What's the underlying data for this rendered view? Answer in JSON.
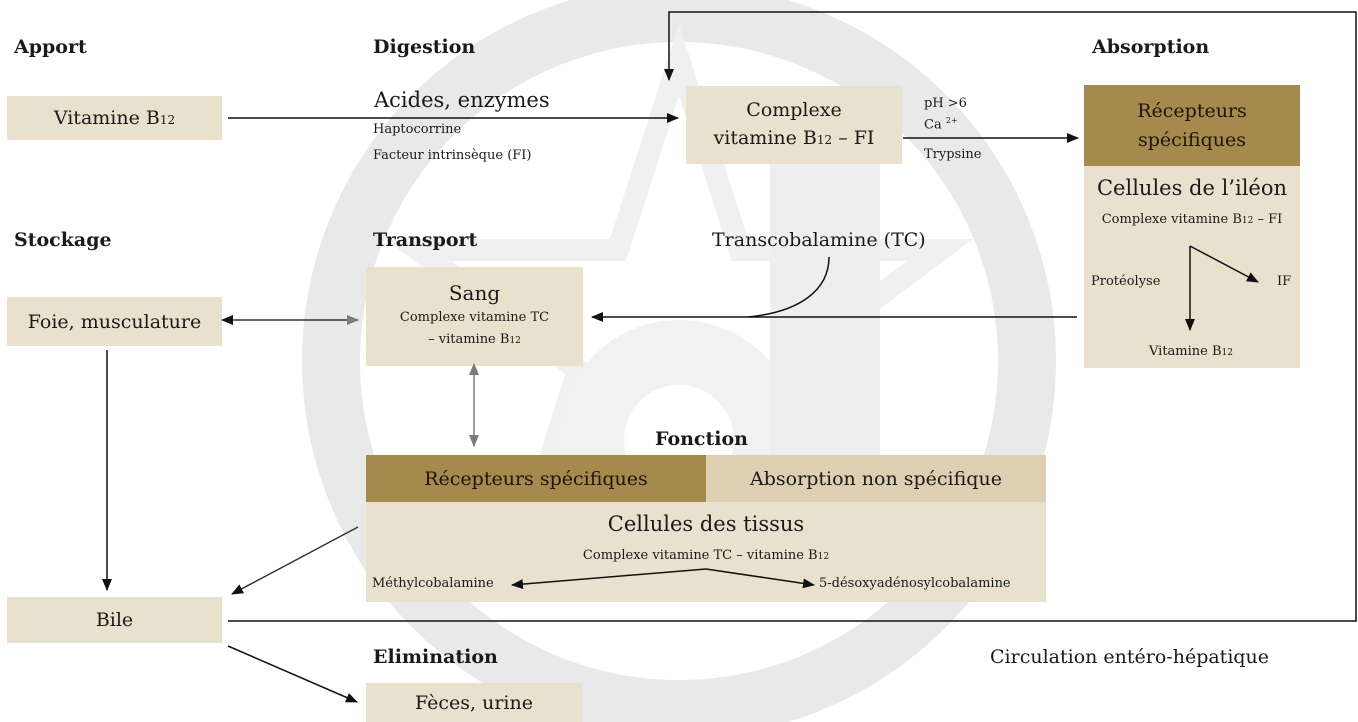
{
  "headers": {
    "apport": "Apport",
    "digestion": "Digestion",
    "absorption": "Absorption",
    "stockage": "Stockage",
    "transport": "Transport",
    "fonction": "Fonction",
    "elimination": "Elimination"
  },
  "apport": {
    "vitamine_label": "Vitamine B",
    "vitamine_sub": "12"
  },
  "digestion": {
    "acides": "Acides, enzymes",
    "haptocorrine": "Haptocorrine",
    "facteur": "Facteur intrinsèque (FI)",
    "complexe_line1": "Complexe",
    "complexe_line2a": "vitamine B",
    "complexe_sub": "12",
    "complexe_line2b": " – FI",
    "ph": "pH >6",
    "ca": "Ca ",
    "ca_sup": "2+",
    "trypsine": "Trypsine"
  },
  "absorption": {
    "recepteurs_line1": "Récepteurs",
    "recepteurs_line2": "spécifiques",
    "cellules": "Cellules de l’iléon",
    "complexe_a": "Complexe vitamine B",
    "complexe_sub": "12",
    "complexe_b": " – FI",
    "proteolyse": "Protéolyse",
    "if": "IF",
    "vitamine_a": "Vitamine B",
    "vitamine_sub": "12"
  },
  "transport": {
    "transcobalamine": "Transcobalamine (TC)",
    "sang": "Sang",
    "complexe_line1": "Complexe vitamine TC",
    "complexe_line2a": "– vitamine B",
    "complexe_sub": "12"
  },
  "stockage": {
    "foie": "Foie, musculature"
  },
  "fonction": {
    "recepteurs": "Récepteurs spécifiques",
    "absorption_ns": "Absorption non spécifique",
    "cellules": "Cellules des tissus",
    "complexe_a": "Complexe vitamine TC – vitamine B",
    "complexe_sub": "12",
    "methyl": "Méthylcobalamine",
    "desoxy": "5-désoxyadénosylcobalamine"
  },
  "bile": "Bile",
  "elimination": {
    "feces": "Fèces, urine"
  },
  "circulation": "Circulation entéro-hépatique",
  "colors": {
    "light_box": "#e9e0cd",
    "dark_box": "#a68a4d",
    "arrow": "#111111",
    "gray_arrow": "#7a7a7a"
  }
}
